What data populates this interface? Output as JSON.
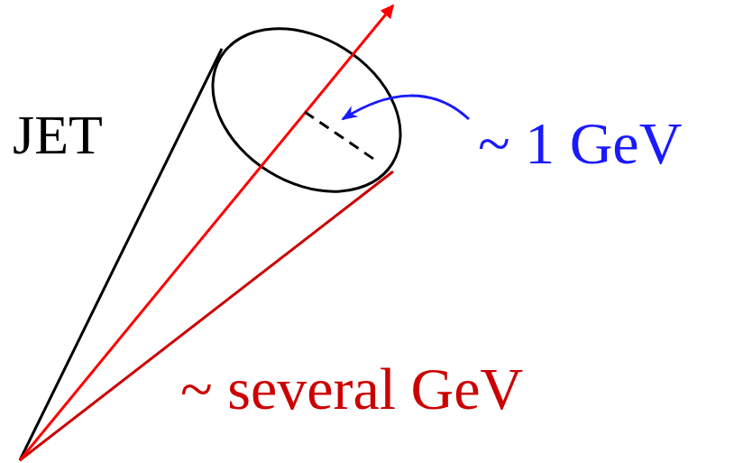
{
  "diagram": {
    "labels": [
      "JET",
      "~ 1 GeV",
      "~ several GeV"
    ]
  }
}
